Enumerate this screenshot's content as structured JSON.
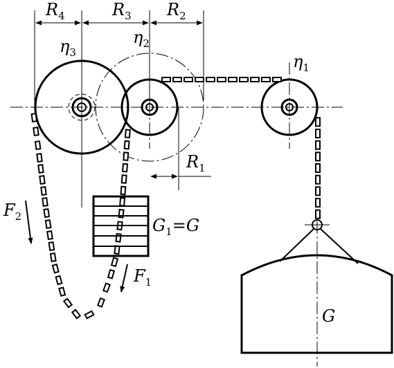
{
  "labels": {
    "r4": {
      "main": "R",
      "sub": "4"
    },
    "r3": {
      "main": "R",
      "sub": "3"
    },
    "r2": {
      "main": "R",
      "sub": "2"
    },
    "r1": {
      "main": "R",
      "sub": "1"
    },
    "eta3": {
      "main": "η",
      "sub": "3"
    },
    "eta2": {
      "main": "η",
      "sub": "2"
    },
    "eta1": {
      "main": "η",
      "sub": "1"
    },
    "f2": {
      "main": "F",
      "sub": "2"
    },
    "f1": {
      "main": "F",
      "sub": "1"
    },
    "g1": {
      "main": "G",
      "sub": "1",
      "rest": "=G"
    },
    "g": {
      "main": "G"
    }
  }
}
